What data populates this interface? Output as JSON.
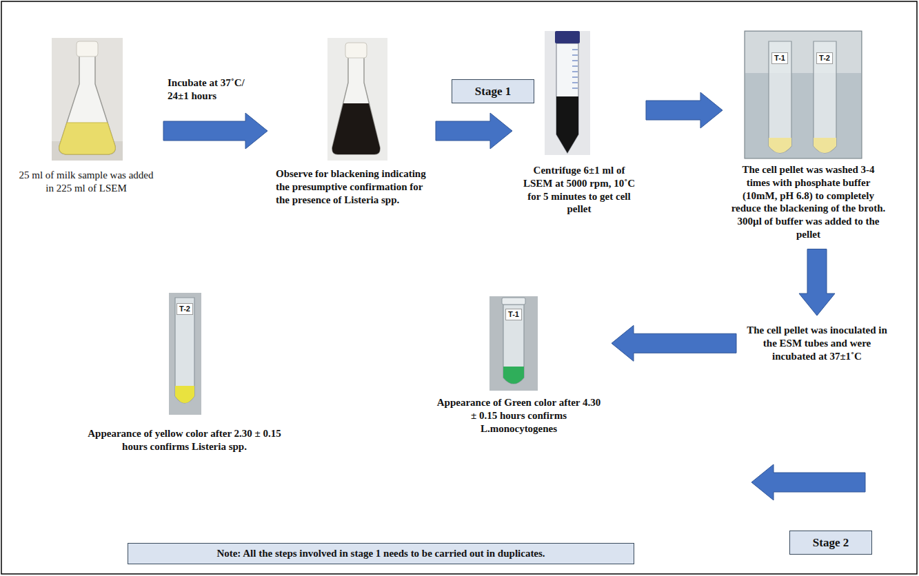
{
  "diagram": {
    "nodes": [
      {
        "text": [
          "25 ml of milk sample was added in 225 ml of LSEM"
        ]
      },
      {
        "text": [
          "Observe for blackening indicating the presumptive confirmation for the presence of Listeria spp."
        ]
      },
      {
        "text": [
          "Stage 1"
        ]
      },
      {
        "text": [
          "Centrifuge 6±1 ml of LSEM at 5000 rpm, 10˚C for 5 minutes to get cell pellet"
        ]
      },
      {
        "text": [
          "The cell pellet was washed 3-4 times with phosphate buffer (10mM, pH 6.8) to completely reduce the blackening of the broth. 300µl of buffer was added to the pellet"
        ]
      },
      {
        "text": [
          "The cell pellet was inoculated in the ESM tubes and were incubated at 37±1˚C"
        ]
      },
      {
        "text": [
          "Appearance of Green color after 4.30 ± 0.15 hours confirms L.monocytogenes"
        ]
      },
      {
        "text": [
          "Appearance of yellow color after 2.30 ± 0.15 hours confirms Listeria spp."
        ]
      },
      {
        "text": [
          "Stage 2"
        ]
      },
      {
        "text": [
          "Note: All the steps involved in stage 1 needs to be carried out in duplicates."
        ]
      }
    ],
    "edges": [
      {
        "from": 0,
        "to": 1,
        "arrow": "to",
        "label": "Incubate at 37˚C/ 24±1 hours"
      },
      {
        "from": 1,
        "to": 3,
        "arrow": "to"
      },
      {
        "from": 3,
        "to": 4,
        "arrow": "to"
      },
      {
        "from": 4,
        "to": 5,
        "arrow": "to"
      },
      {
        "from": 5,
        "to": 6,
        "arrow": "to"
      }
    ],
    "labels": [
      "T-1",
      "T-2",
      "T-1",
      "T-2"
    ]
  }
}
